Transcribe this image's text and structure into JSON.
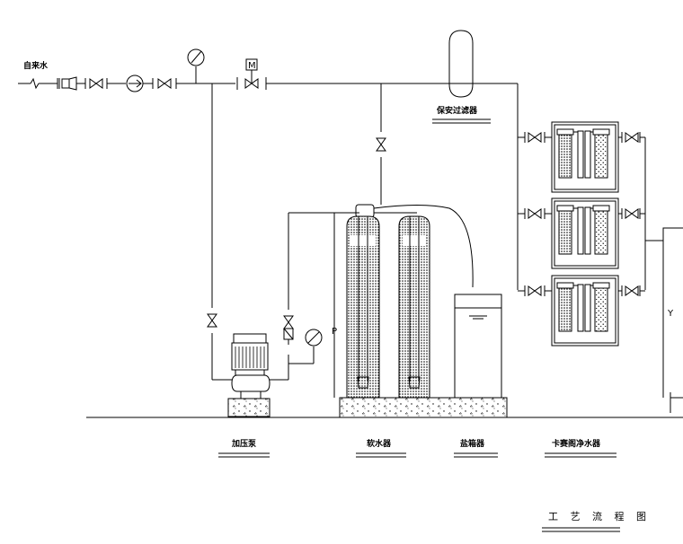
{
  "labels": {
    "tap_water": "自来水",
    "security_filter": "保安过滤器",
    "booster_pump": "加压泵",
    "softener": "软水器",
    "brine_tank": "盐箱器",
    "cartridge_purifier": "卡赛阁净水器",
    "process_flow": "工 艺 流 程 图",
    "valve_m": "M",
    "line_p": "P",
    "line_y": "Y"
  },
  "colors": {
    "line": "#000000",
    "background": "#ffffff"
  }
}
